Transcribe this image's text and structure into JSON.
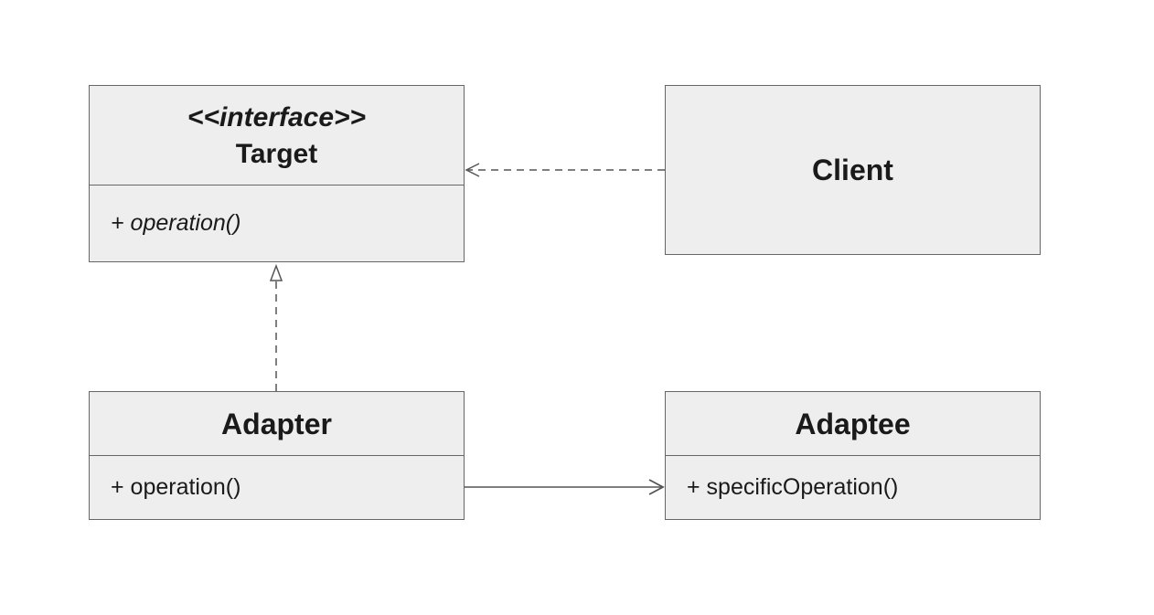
{
  "diagram": {
    "colors": {
      "box_fill": "#eeeeee",
      "box_border": "#666666",
      "text": "#1a1a1a",
      "connector": "#555555"
    },
    "classes": {
      "target": {
        "stereotype": "<<interface>>",
        "name": "Target",
        "members": [
          "+ operation()"
        ]
      },
      "client": {
        "name": "Client"
      },
      "adapter": {
        "name": "Adapter",
        "members": [
          "+ operation()"
        ]
      },
      "adaptee": {
        "name": "Adaptee",
        "members": [
          "+ specificOperation()"
        ]
      }
    },
    "relationships": [
      {
        "from": "Client",
        "to": "Target",
        "kind": "dependency",
        "line": "dashed",
        "head": "open-arrow"
      },
      {
        "from": "Adapter",
        "to": "Target",
        "kind": "realization",
        "line": "dashed",
        "head": "hollow-triangle"
      },
      {
        "from": "Adapter",
        "to": "Adaptee",
        "kind": "association",
        "line": "solid",
        "head": "open-arrow"
      }
    ]
  }
}
